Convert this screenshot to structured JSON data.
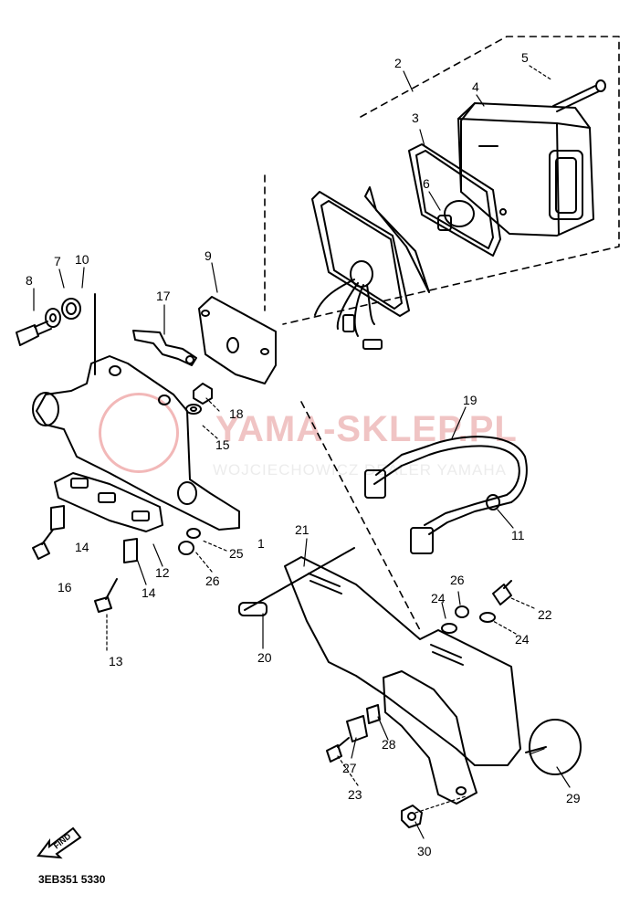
{
  "watermark": {
    "title": "YAMA-SKLEP.PL",
    "subtitle": "WOJCIECHOWICZ DEALER YAMAHA"
  },
  "diagram_code": "3EB351 5330",
  "find_label": "FIND",
  "part_numbers": [
    "2",
    "3",
    "4",
    "5",
    "6",
    "7",
    "8",
    "9",
    "10",
    "11",
    "12",
    "13",
    "14",
    "14",
    "14",
    "15",
    "16",
    "17",
    "18",
    "19",
    "20",
    "21",
    "22",
    "23",
    "24",
    "24",
    "25",
    "26",
    "26",
    "27",
    "28",
    "29",
    "30",
    "1"
  ],
  "icons": {
    "find": "find-arrow-icon",
    "watermark_logo": "yamaha-logo-icon"
  },
  "colors": {
    "line": "#000000",
    "watermark": "#f0c4c4"
  }
}
